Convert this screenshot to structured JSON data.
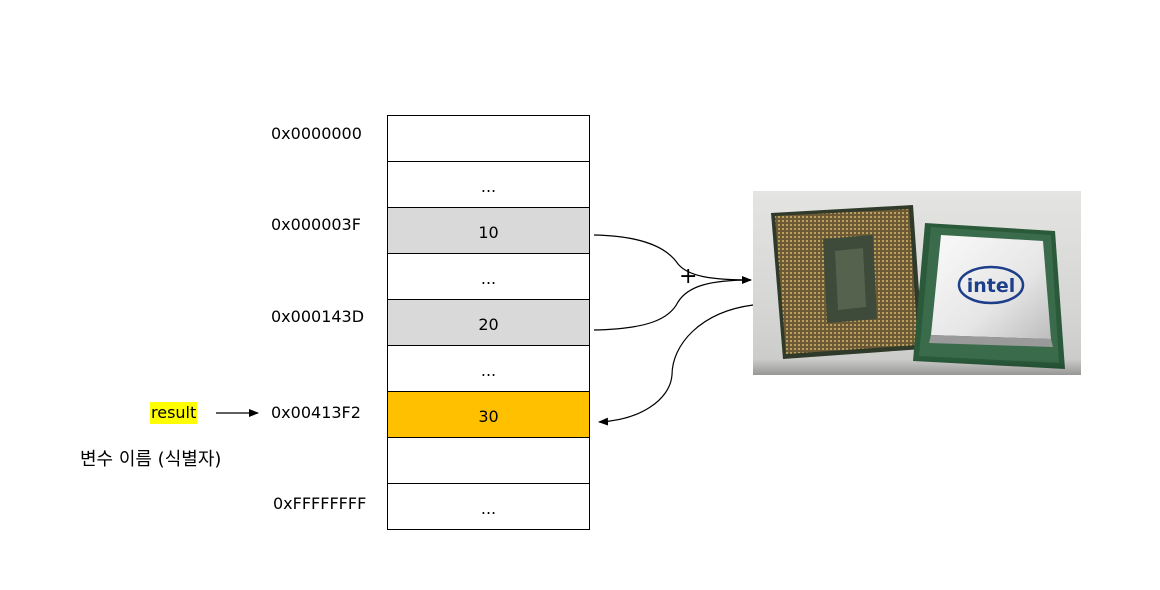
{
  "memory": {
    "addresses": [
      "0x0000000",
      "0x000003F",
      "0x000143D",
      "0x00413F2",
      "0xFFFFFFFF"
    ],
    "cells": [
      "",
      "...",
      "10",
      "...",
      "20",
      "...",
      "30",
      "",
      "..."
    ]
  },
  "operator": "+",
  "variable": {
    "name": "result",
    "caption": "변수 이름 (식별자)"
  },
  "cpu": {
    "logo_text": "intel"
  },
  "colors": {
    "operand_cell": "#d9d9d9",
    "result_cell": "#ffc000",
    "variable_highlight": "#ffff00"
  }
}
